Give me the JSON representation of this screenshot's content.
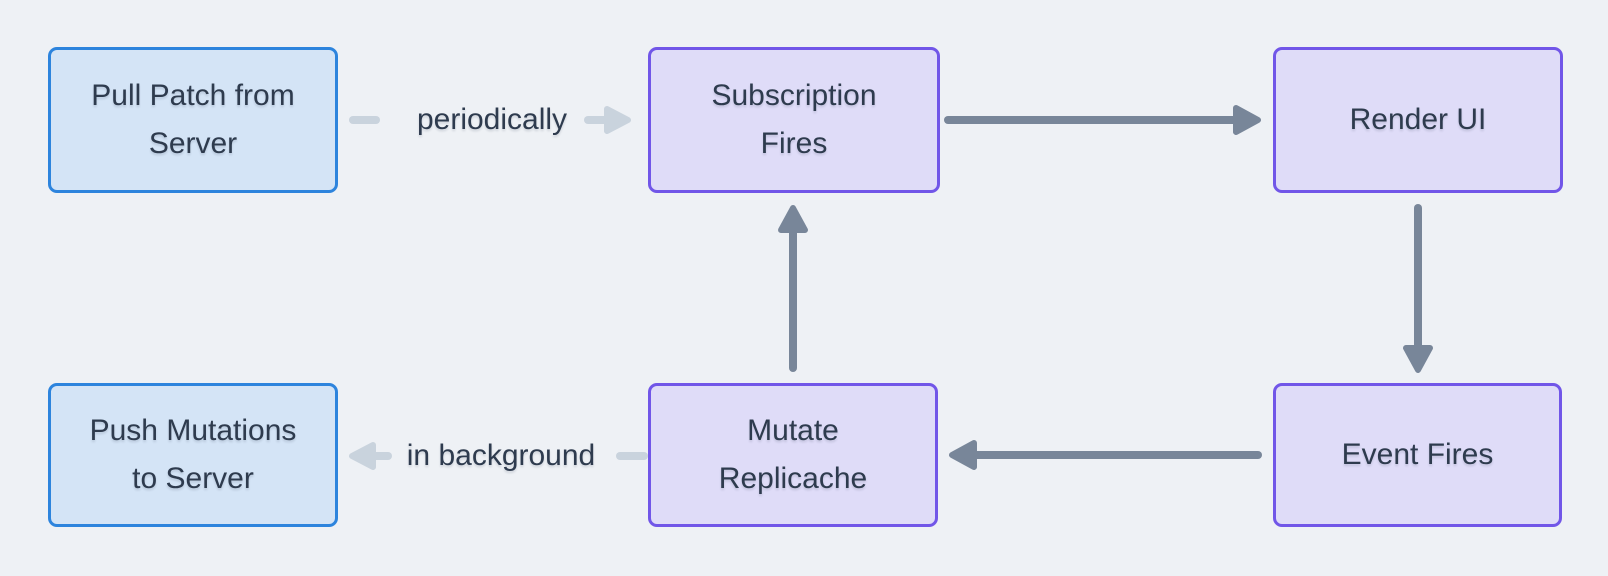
{
  "colors": {
    "canvas_bg": "#eef1f5",
    "node_blue_fill": "#d4e4f6",
    "node_blue_border": "#2d84dd",
    "node_purple_fill": "#dfdcf8",
    "node_purple_border": "#7156e8",
    "arrow_dark": "#788699",
    "arrow_light": "#c9d3dd",
    "text": "#2e3b4e"
  },
  "nodes": {
    "pull_patch": {
      "label": "Pull Patch from Server"
    },
    "subscription_fires": {
      "label": "Subscription Fires"
    },
    "render_ui": {
      "label": "Render UI"
    },
    "push_mutations": {
      "label": "Push Mutations to Server"
    },
    "mutate_replicache": {
      "label": "Mutate Replicache"
    },
    "event_fires": {
      "label": "Event Fires"
    }
  },
  "edges": {
    "pull_to_subscription": {
      "label": "periodically"
    },
    "mutate_to_push": {
      "label": "in background"
    }
  }
}
